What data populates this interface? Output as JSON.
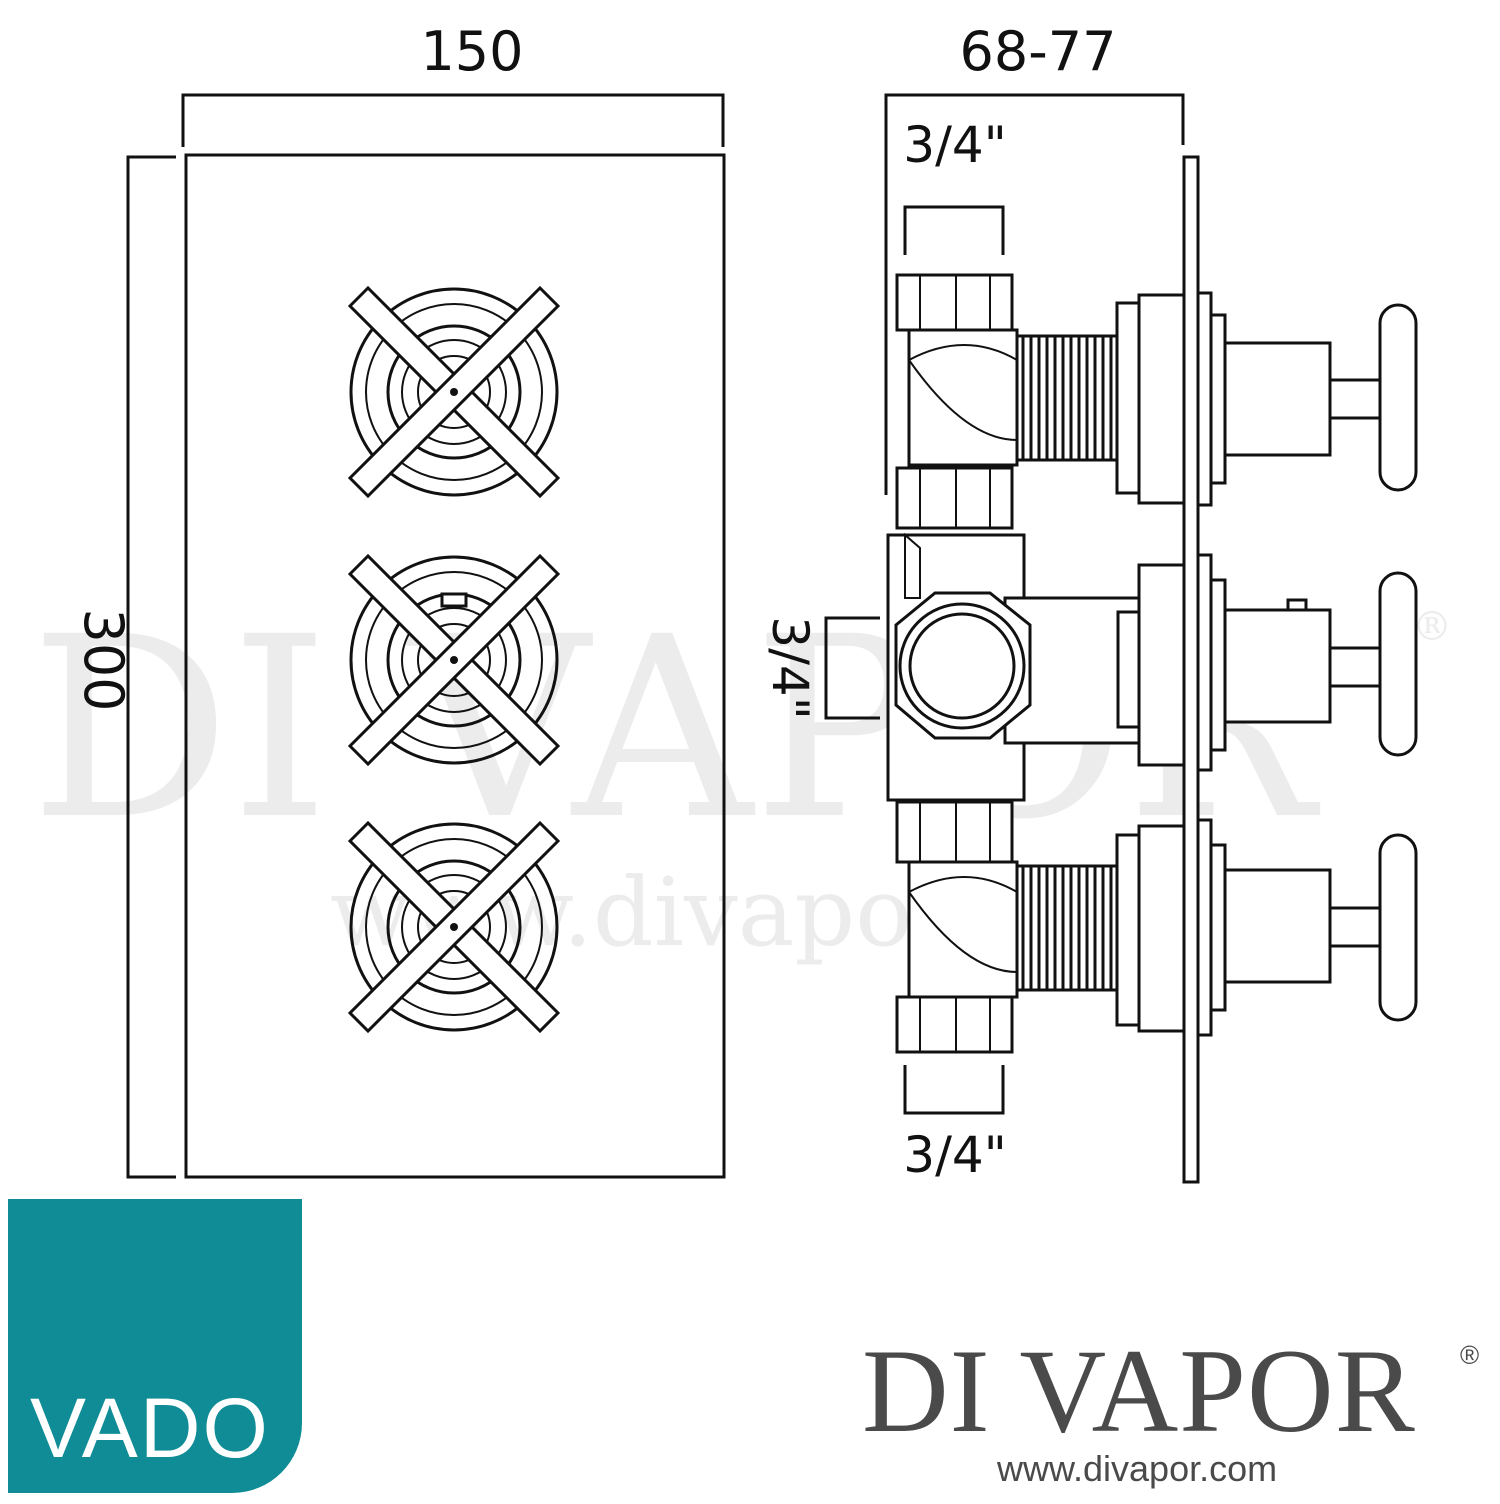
{
  "dimensions": {
    "width": "150",
    "height": "300",
    "depth": "68-77",
    "inlet_top": "3/4\"",
    "inlet_side": "3/4\"",
    "inlet_bottom": "3/4\""
  },
  "watermark": {
    "main": "DI VAPOR",
    "registered": "®",
    "url": "www.divapor.com"
  },
  "logo": {
    "text": "VADO",
    "color": "#0f8c95"
  },
  "brand": {
    "name": "DI VAPOR",
    "registered": "®",
    "url": "www.divapor.com"
  }
}
